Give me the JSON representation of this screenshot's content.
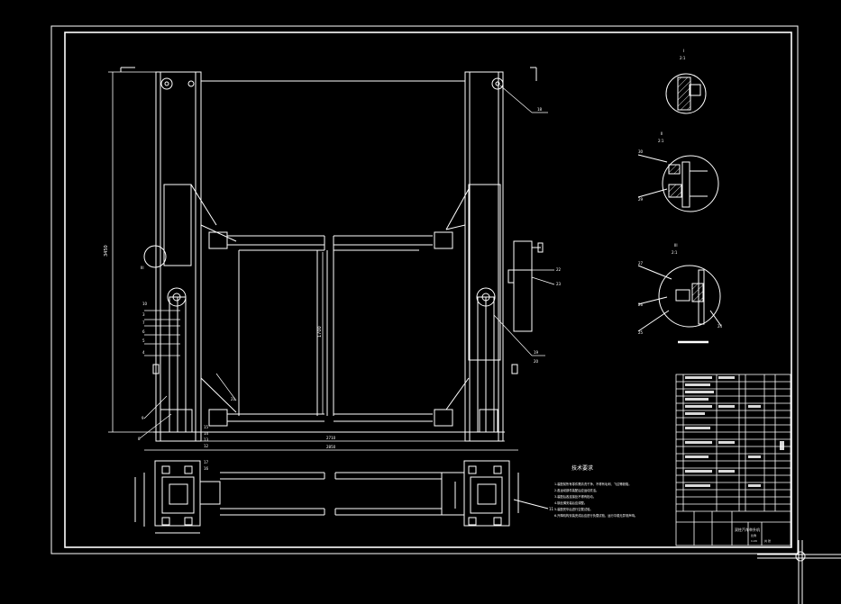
{
  "sheet": {
    "background_color": "#000000",
    "line_color": "#ffffff"
  },
  "dimensions": {
    "overall_width": "2850",
    "inner_width": "2710",
    "overall_height": "3450",
    "column_gap": "1700"
  },
  "detail_views": [
    {
      "id": "I",
      "scale": "2:1"
    },
    {
      "id": "II",
      "scale": "2:1"
    },
    {
      "id": "III",
      "scale": "2:1"
    }
  ],
  "balloons": {
    "top_right": "18",
    "mid_right_a": "22",
    "mid_right_b": "23",
    "low_right_a": "19",
    "low_right_b": "20",
    "center_arm": "21",
    "left_stack": [
      "10",
      "3",
      "7",
      "6",
      "5",
      "4"
    ],
    "left_bottom": [
      "9",
      "8",
      "15",
      "14",
      "13",
      "12",
      "17",
      "16"
    ],
    "detail_ii": [
      "30",
      "29"
    ],
    "detail_iii": [
      "27",
      "26",
      "25",
      "24"
    ],
    "base_right": "11"
  },
  "technical_requirements": {
    "title": "技术要求",
    "items": [
      "1.装配前所有零件需清洗干净，不得有毛刺、飞边等缺陷。",
      "2.各运动部件装配后应运动灵活。",
      "3.装配后各连接处不得有松动。",
      "4.钢丝绳安装后应调整。",
      "5.装配完毕后进行空载试验。",
      "6.升降机构安装完成后应进行负载试验，运行平稳无异常声响。"
    ]
  },
  "title_block": {
    "drawing_name": "双柱汽车举升机",
    "scale_label": "比例",
    "scale_value": "1:20",
    "sheet_label": "共 张"
  }
}
